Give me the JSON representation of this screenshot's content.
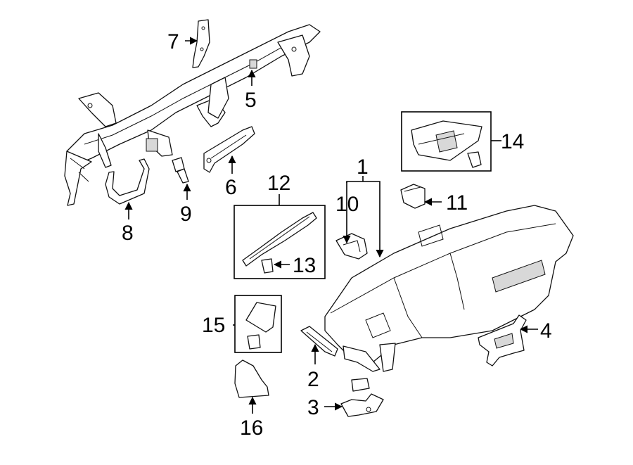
{
  "callouts": {
    "c1": "1",
    "c2": "2",
    "c3": "3",
    "c4": "4",
    "c5": "5",
    "c6": "6",
    "c7": "7",
    "c8": "8",
    "c9": "9",
    "c10": "10",
    "c11": "11",
    "c12": "12",
    "c13": "13",
    "c14": "14",
    "c15": "15",
    "c16": "16"
  },
  "colors": {
    "line": "#111111",
    "background": "#ffffff",
    "shading": "#d8d8d8"
  }
}
